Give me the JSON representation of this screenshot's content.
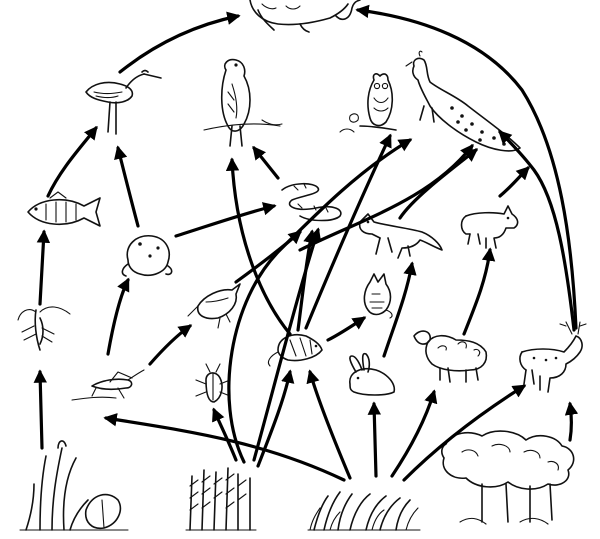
{
  "diagram": {
    "type": "food-web",
    "organisms": [
      {
        "id": "lion",
        "icon": "lion-icon"
      },
      {
        "id": "heron",
        "icon": "heron-icon"
      },
      {
        "id": "hawk",
        "icon": "hawk-icon"
      },
      {
        "id": "owl",
        "icon": "owl-icon"
      },
      {
        "id": "peacock",
        "icon": "peacock-icon"
      },
      {
        "id": "fish",
        "icon": "fish-icon"
      },
      {
        "id": "snake",
        "icon": "snake-icon"
      },
      {
        "id": "frog",
        "icon": "frog-icon"
      },
      {
        "id": "fox",
        "icon": "fox-icon"
      },
      {
        "id": "wolf",
        "icon": "wolf-icon"
      },
      {
        "id": "bird",
        "icon": "small-bird-icon"
      },
      {
        "id": "cat",
        "icon": "wild-cat-icon"
      },
      {
        "id": "shrimp",
        "icon": "shrimp-icon"
      },
      {
        "id": "rat",
        "icon": "rat-icon"
      },
      {
        "id": "grasshopper",
        "icon": "grasshopper-icon"
      },
      {
        "id": "beetle",
        "icon": "beetle-icon"
      },
      {
        "id": "rabbit",
        "icon": "rabbit-icon"
      },
      {
        "id": "sheep",
        "icon": "sheep-icon"
      },
      {
        "id": "deer",
        "icon": "deer-icon"
      },
      {
        "id": "water-plants",
        "icon": "water-plants-icon"
      },
      {
        "id": "crops",
        "icon": "crops-icon"
      },
      {
        "id": "grass",
        "icon": "grass-icon"
      },
      {
        "id": "trees",
        "icon": "trees-icon"
      }
    ],
    "links": [
      {
        "from": "water-plants",
        "to": "shrimp"
      },
      {
        "from": "shrimp",
        "to": "fish"
      },
      {
        "from": "fish",
        "to": "heron"
      },
      {
        "from": "heron",
        "to": "lion"
      },
      {
        "from": "frog",
        "to": "heron"
      },
      {
        "from": "grasshopper",
        "to": "frog"
      },
      {
        "from": "grasshopper",
        "to": "bird"
      },
      {
        "from": "frog",
        "to": "snake"
      },
      {
        "from": "bird",
        "to": "snake"
      },
      {
        "from": "snake",
        "to": "hawk"
      },
      {
        "from": "rat",
        "to": "hawk"
      },
      {
        "from": "rat",
        "to": "snake"
      },
      {
        "from": "rat",
        "to": "owl"
      },
      {
        "from": "rat",
        "to": "cat"
      },
      {
        "from": "crops",
        "to": "owl"
      },
      {
        "from": "crops",
        "to": "snake"
      },
      {
        "from": "crops",
        "to": "rat"
      },
      {
        "from": "crops",
        "to": "beetle"
      },
      {
        "from": "grass",
        "to": "grasshopper"
      },
      {
        "from": "grass",
        "to": "rat"
      },
      {
        "from": "grass",
        "to": "rabbit"
      },
      {
        "from": "grass",
        "to": "sheep"
      },
      {
        "from": "grass",
        "to": "deer"
      },
      {
        "from": "rabbit",
        "to": "fox"
      },
      {
        "from": "sheep",
        "to": "wolf"
      },
      {
        "from": "trees",
        "to": "deer"
      },
      {
        "from": "fox",
        "to": "peacock"
      },
      {
        "from": "deer",
        "to": "peacock"
      },
      {
        "from": "deer",
        "to": "lion"
      }
    ]
  }
}
